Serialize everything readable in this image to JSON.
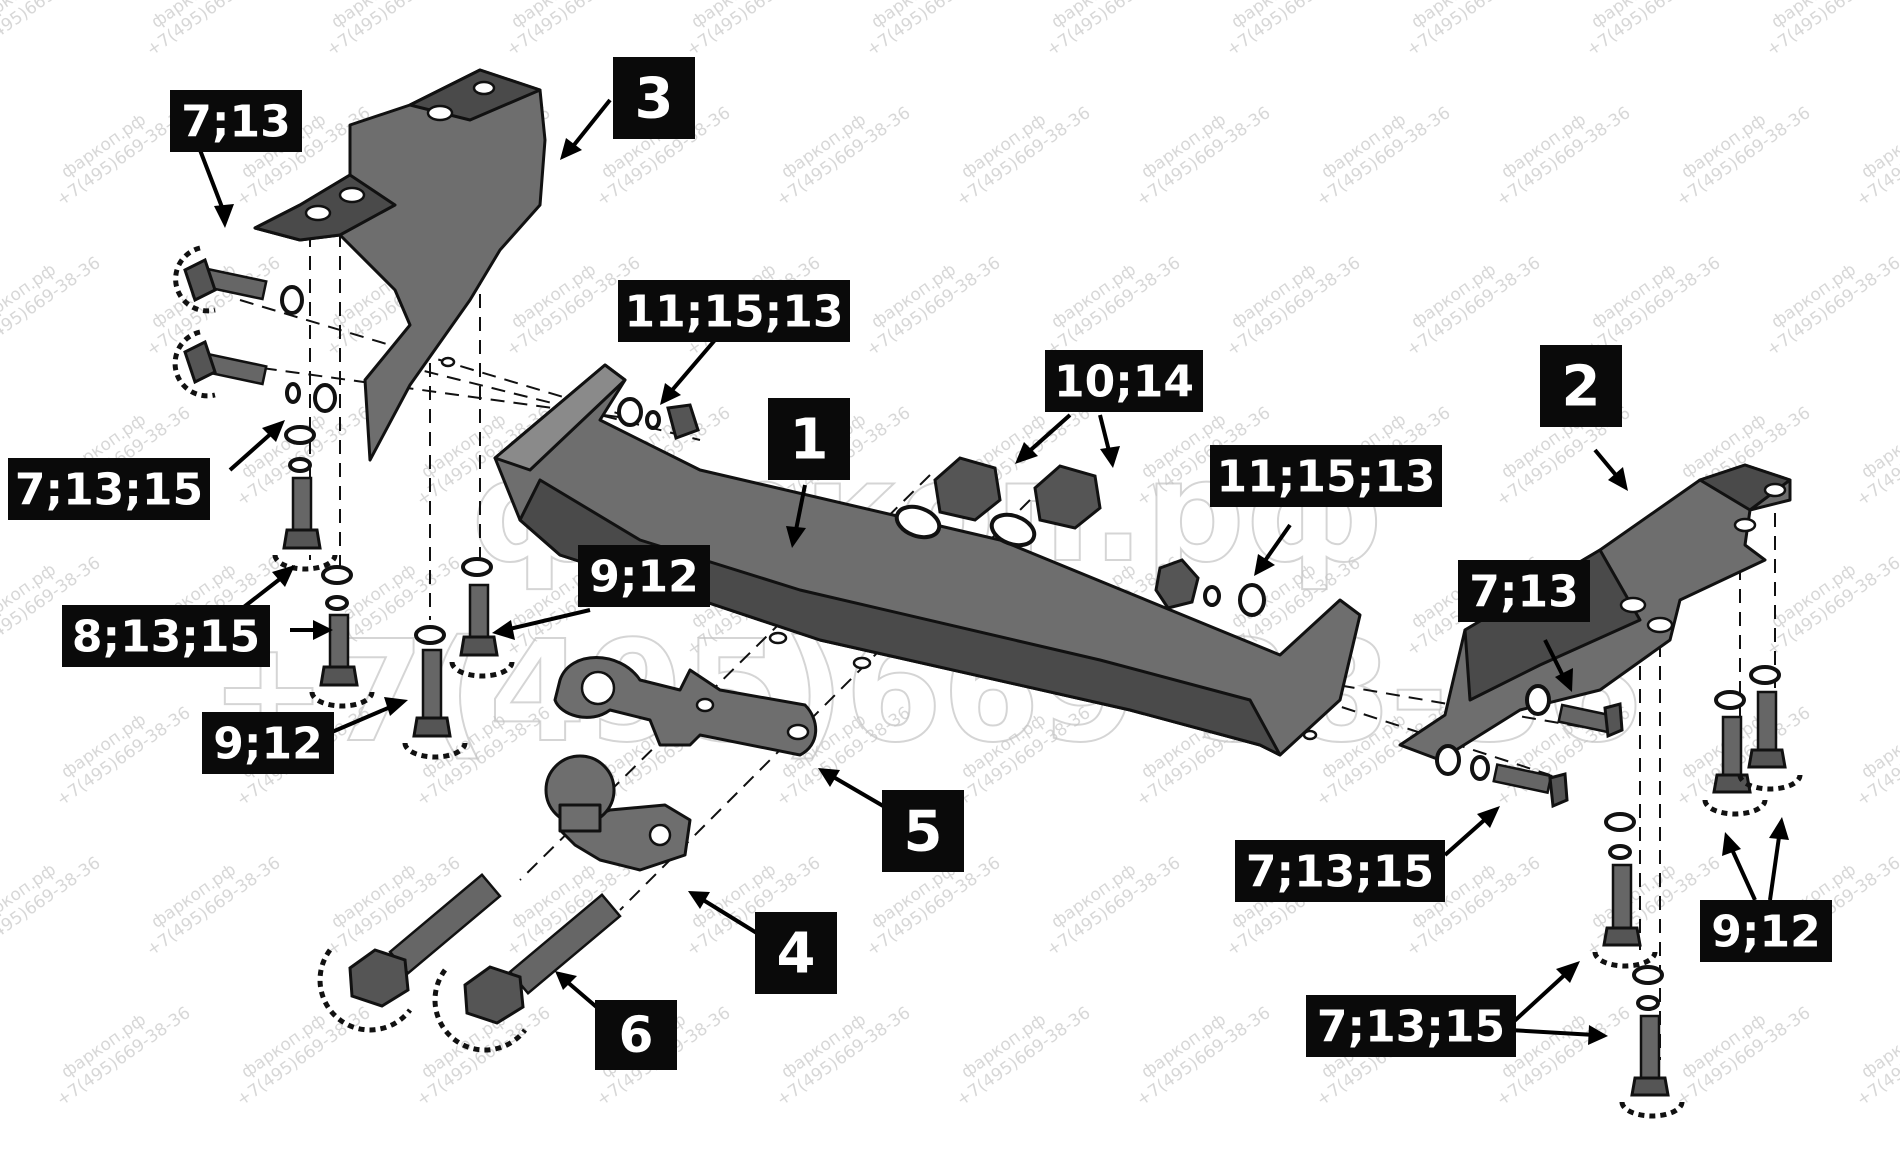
{
  "watermark": {
    "site": "фаркоп.рф",
    "phone": "+7(495)669-38-36",
    "large_site": "фаркоп.рф",
    "large_phone": "+7(495)669-38-36"
  },
  "callouts": {
    "part_1": "1",
    "part_2": "2",
    "part_3": "3",
    "part_4": "4",
    "part_5": "5",
    "part_6": "6",
    "fix_7_13_top_left": "7;13",
    "fix_7_13_15_left": "7;13;15",
    "fix_8_13_15_left": "8;13;15",
    "fix_9_12_left_upper": "9;12",
    "fix_9_12_left_lower": "9;12",
    "fix_11_15_13_left": "11;15;13",
    "fix_10_14_center": "10;14",
    "fix_11_15_13_right": "11;15;13",
    "fix_7_13_right": "7;13",
    "fix_7_13_15_right_upper": "7;13;15",
    "fix_9_12_right": "9;12",
    "fix_7_13_15_right_lower": "7;13;15"
  },
  "colors": {
    "metal": "#6e6e6e",
    "label_background": "#0a0a0a",
    "label_text": "#ffffff"
  }
}
